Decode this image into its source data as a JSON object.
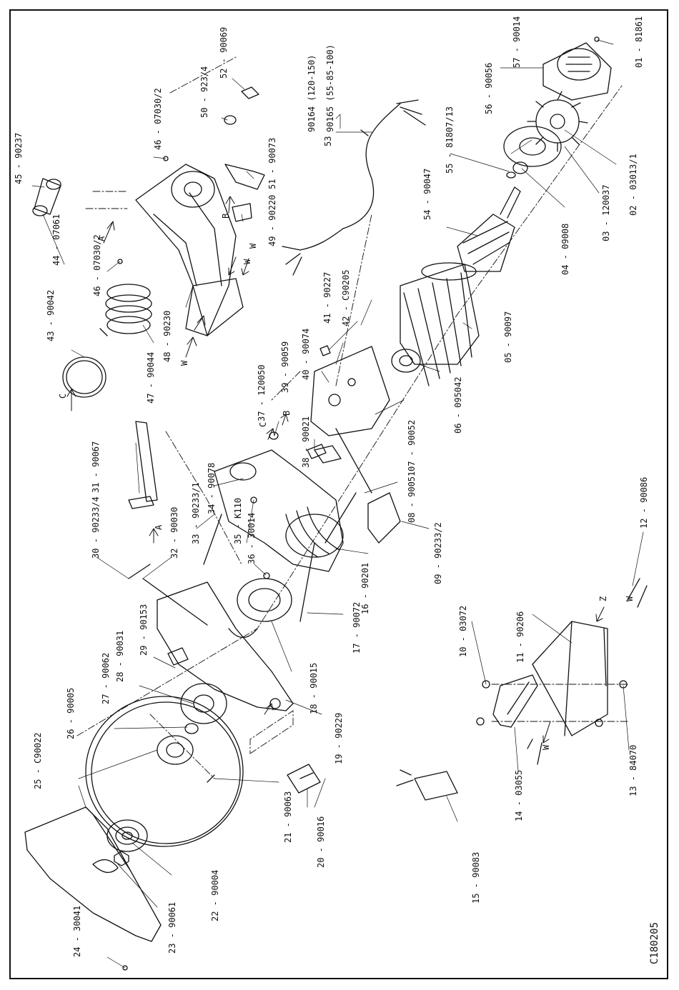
{
  "drawing": {
    "code": "C180205",
    "parts": [
      {
        "id": "p01",
        "text": "01 - 81861"
      },
      {
        "id": "p02",
        "text": "02 - 03013/1"
      },
      {
        "id": "p03",
        "text": "03 - 120037"
      },
      {
        "id": "p04",
        "text": "04 - 09008"
      },
      {
        "id": "p05",
        "text": "05 - 90097"
      },
      {
        "id": "p06",
        "text": "06 - 095042"
      },
      {
        "id": "p07",
        "text": "07 - 90052"
      },
      {
        "id": "p08",
        "text": "08 - 90051"
      },
      {
        "id": "p09",
        "text": "09 - 90233/2"
      },
      {
        "id": "p10",
        "text": "10 - 03072"
      },
      {
        "id": "p11",
        "text": "11 - 90206"
      },
      {
        "id": "p12",
        "text": "12 - 90086"
      },
      {
        "id": "p13",
        "text": "13 - 84070"
      },
      {
        "id": "p14",
        "text": "14 - 03055"
      },
      {
        "id": "p15",
        "text": "15 - 90083"
      },
      {
        "id": "p16",
        "text": "16 - 90201"
      },
      {
        "id": "p17",
        "text": "17 - 90072"
      },
      {
        "id": "p18",
        "text": "18 - 90015"
      },
      {
        "id": "p19",
        "text": "19 - 90229"
      },
      {
        "id": "p20",
        "text": "20 - 90016"
      },
      {
        "id": "p21",
        "text": "21 - 90063"
      },
      {
        "id": "p22",
        "text": "22 - 90004"
      },
      {
        "id": "p23",
        "text": "23 - 90061"
      },
      {
        "id": "p24",
        "text": "24 - 30041"
      },
      {
        "id": "p25",
        "text": "25 - C90022"
      },
      {
        "id": "p26",
        "text": "26 - 90005"
      },
      {
        "id": "p27",
        "text": "27 - 90062"
      },
      {
        "id": "p28",
        "text": "28 - 90031"
      },
      {
        "id": "p29",
        "text": "29 - 90153"
      },
      {
        "id": "p30",
        "text": "30 - 90233/4"
      },
      {
        "id": "p31",
        "text": "31 - 90067"
      },
      {
        "id": "p32",
        "text": "32 - 90030"
      },
      {
        "id": "p33",
        "text": "33 - 90233/1"
      },
      {
        "id": "p34",
        "text": "34 - 90078"
      },
      {
        "id": "p35",
        "text": "35 - K110"
      },
      {
        "id": "p36",
        "text": "36 - 30014"
      },
      {
        "id": "p37",
        "text": "37 - 120050"
      },
      {
        "id": "p38",
        "text": "38 - 90021"
      },
      {
        "id": "p39",
        "text": "39 - 90059"
      },
      {
        "id": "p40",
        "text": "40 - 90074"
      },
      {
        "id": "p41",
        "text": "41 - 90227"
      },
      {
        "id": "p42",
        "text": "42 - C90205"
      },
      {
        "id": "p43",
        "text": "43 - 90042"
      },
      {
        "id": "p44",
        "text": "44 - 07061"
      },
      {
        "id": "p45",
        "text": "45 - 90237"
      },
      {
        "id": "p46a",
        "text": "46 - 07030/2"
      },
      {
        "id": "p46b",
        "text": "46 - 07030/2"
      },
      {
        "id": "p47",
        "text": "47 - 90044"
      },
      {
        "id": "p48",
        "text": "48 - 90230"
      },
      {
        "id": "p49",
        "text": "49 - 90220"
      },
      {
        "id": "p50",
        "text": "50 - 923/4"
      },
      {
        "id": "p51",
        "text": "51 - 90073"
      },
      {
        "id": "p52",
        "text": "52 - 90069"
      },
      {
        "id": "p54",
        "text": "54 - 90047"
      },
      {
        "id": "p55",
        "text": "55 - 81807/13"
      },
      {
        "id": "p56",
        "text": "56 - 90056"
      },
      {
        "id": "p57",
        "text": "57 - 90014"
      }
    ],
    "cable": {
      "number": "53",
      "option1": "90164 (120-150)",
      "option2": "90165 (55-85-100)"
    },
    "markers": [
      "A",
      "A",
      "B",
      "B",
      "C",
      "C",
      "W",
      "W",
      "W",
      "W",
      "W",
      "Z"
    ]
  }
}
